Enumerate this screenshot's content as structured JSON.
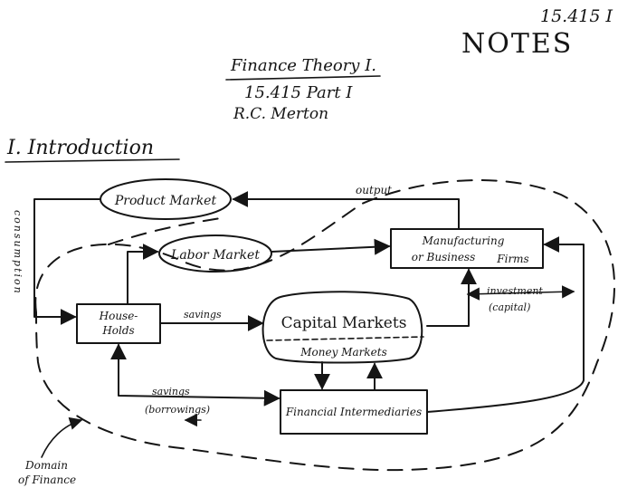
{
  "header": {
    "course_code": "15.415 I",
    "notes": "NOTES",
    "title": "Finance Theory I.",
    "subtitle": "15.415 Part I",
    "author": "R.C. Merton"
  },
  "section": {
    "heading": "I. Introduction"
  },
  "diagram": {
    "nodes": {
      "product_market": "Product Market",
      "labor_market": "Labor Market",
      "households_line1": "House-",
      "households_line2": "Holds",
      "capital_markets": "Capital Markets",
      "money_markets": "Money Markets",
      "firms_line1": "Manufacturing",
      "firms_line2": "or Business",
      "firms_line3": "Firms",
      "financial_intermediaries": "Financial Intermediaries"
    },
    "edge_labels": {
      "consumption": "consumption",
      "output": "output",
      "savings": "savings",
      "investment_line1": "investment",
      "investment_line2": "(capital)",
      "savings_lower": "savings",
      "borrowings": "(borrowings)"
    },
    "annotation_line1": "Domain",
    "annotation_line2": "of Finance"
  }
}
